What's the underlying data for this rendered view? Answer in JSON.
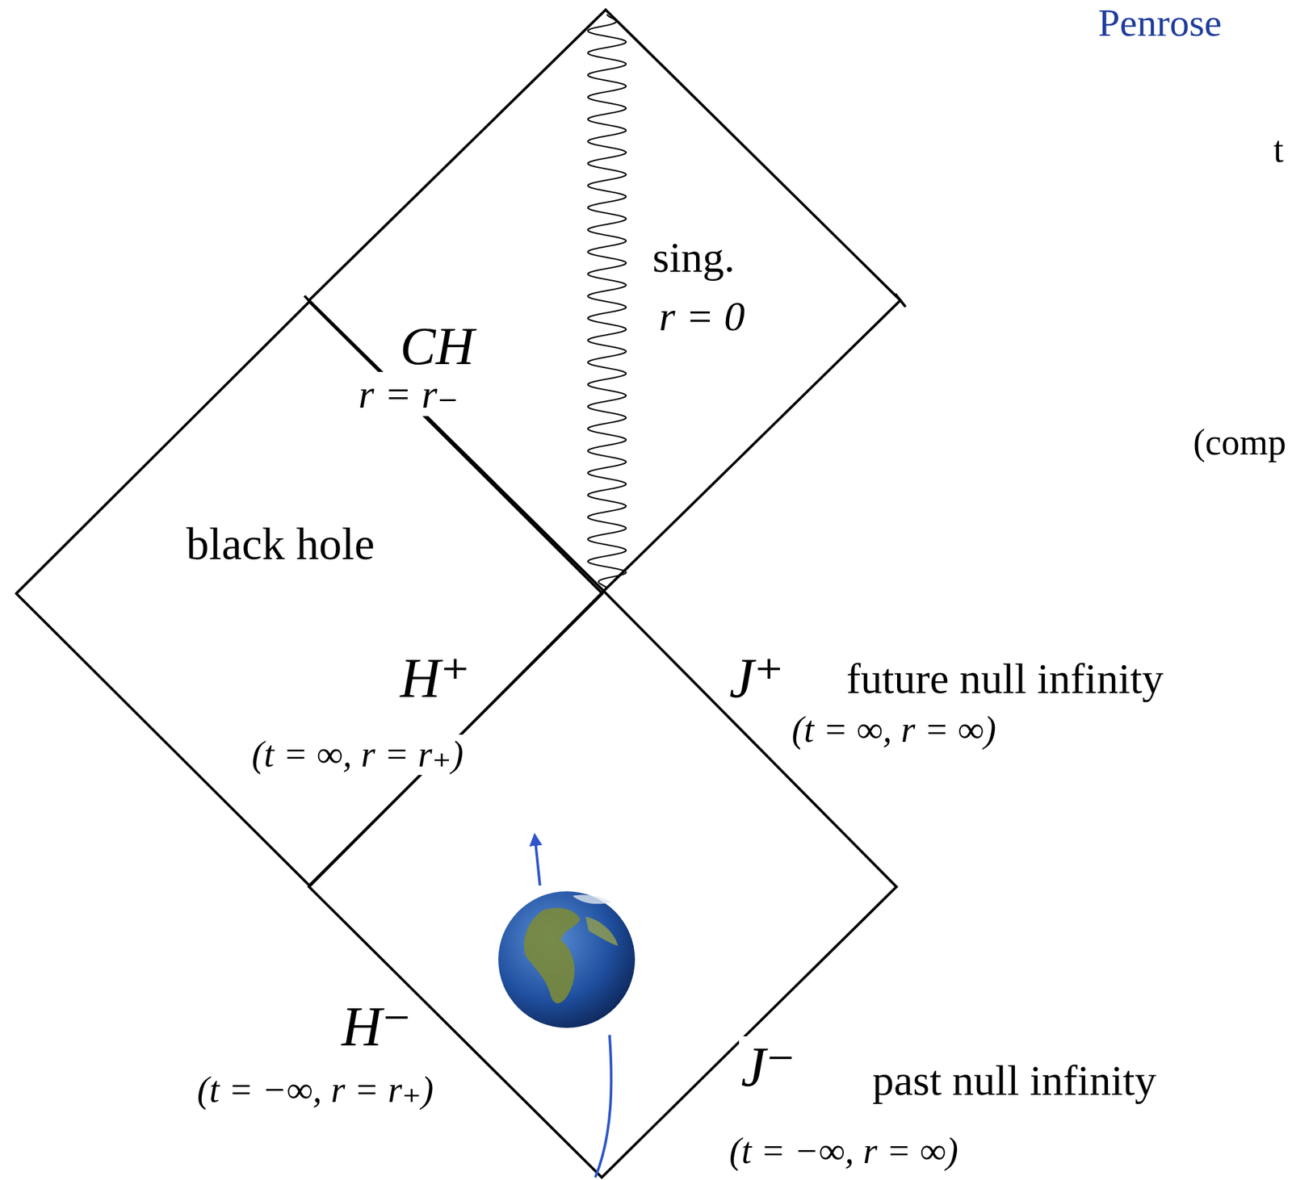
{
  "diagram": {
    "nodes": [
      {
        "text": [
          "black hole"
        ]
      }
    ],
    "labels": [
      "Penrose",
      "t",
      "sing.",
      "r = 0",
      "CH",
      "r = r₋",
      "(comp",
      "H⁺",
      "J⁺",
      "future null infinity",
      "(t = ∞, r = r₊)",
      "(t = ∞, r = ∞)",
      "H⁻",
      "J⁻",
      "past null infinity",
      "(t = −∞, r = r₊)",
      "(t = −∞, r = ∞)"
    ]
  }
}
